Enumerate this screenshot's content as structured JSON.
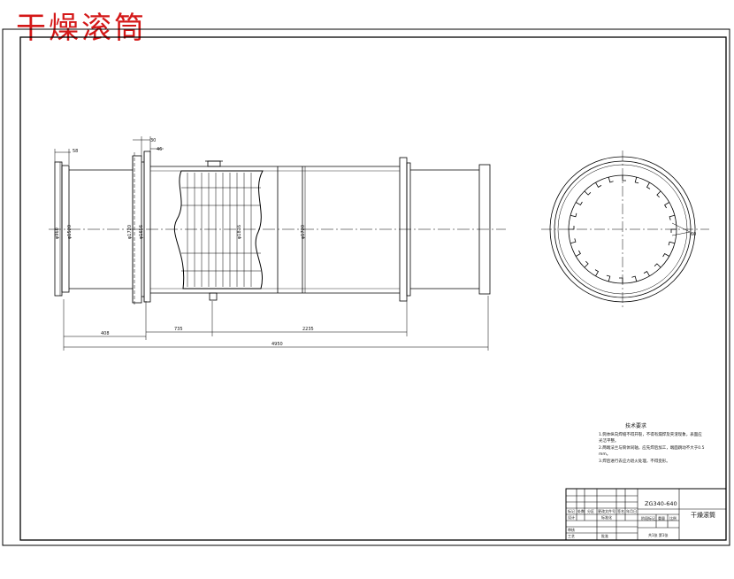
{
  "banner_title": "干燥滚筒",
  "dimensions": {
    "d_58": "58",
    "d_30": "30",
    "d_46": "46",
    "d_408": "408",
    "d_735": "735",
    "d_2235": "2235",
    "d_4950": "4950",
    "phi_left_outer": "φ960",
    "phi_left_inner": "φ1520",
    "phi_flange": "φ1720",
    "phi_flange2": "φ1656",
    "phi_shell_a": "φ1816",
    "phi_shell_b": "φ1720",
    "d_60": "60"
  },
  "notes": {
    "heading": "技术要求",
    "line1a": "1.筒体纵向焊缝不得开裂，不得有漏焊及夹渣现象，表面应",
    "line1b": "光洁平整。",
    "line2a": "2.两端法兰与筒体同轴，应先焊后加工，端面跳动不大于0.5",
    "line2b": "mm。",
    "line3": "3.焊后进行去应力退火处理，不得变形。"
  },
  "titleblock": {
    "drawing_no": "ZG340-640",
    "part_name": "干燥滚筒",
    "h_mark": "标记",
    "h_count": "处数",
    "h_zone": "分区",
    "h_change": "更改文件号",
    "h_sign": "签名",
    "h_date": "年月日",
    "h_design": "设计",
    "h_std": "标准化",
    "h_stage": "阶段标记",
    "h_weight": "重量",
    "h_scale": "比例",
    "h_check": "审核",
    "h_process": "工艺",
    "h_approve": "批准",
    "sheet_info": "共1张 第1张"
  }
}
